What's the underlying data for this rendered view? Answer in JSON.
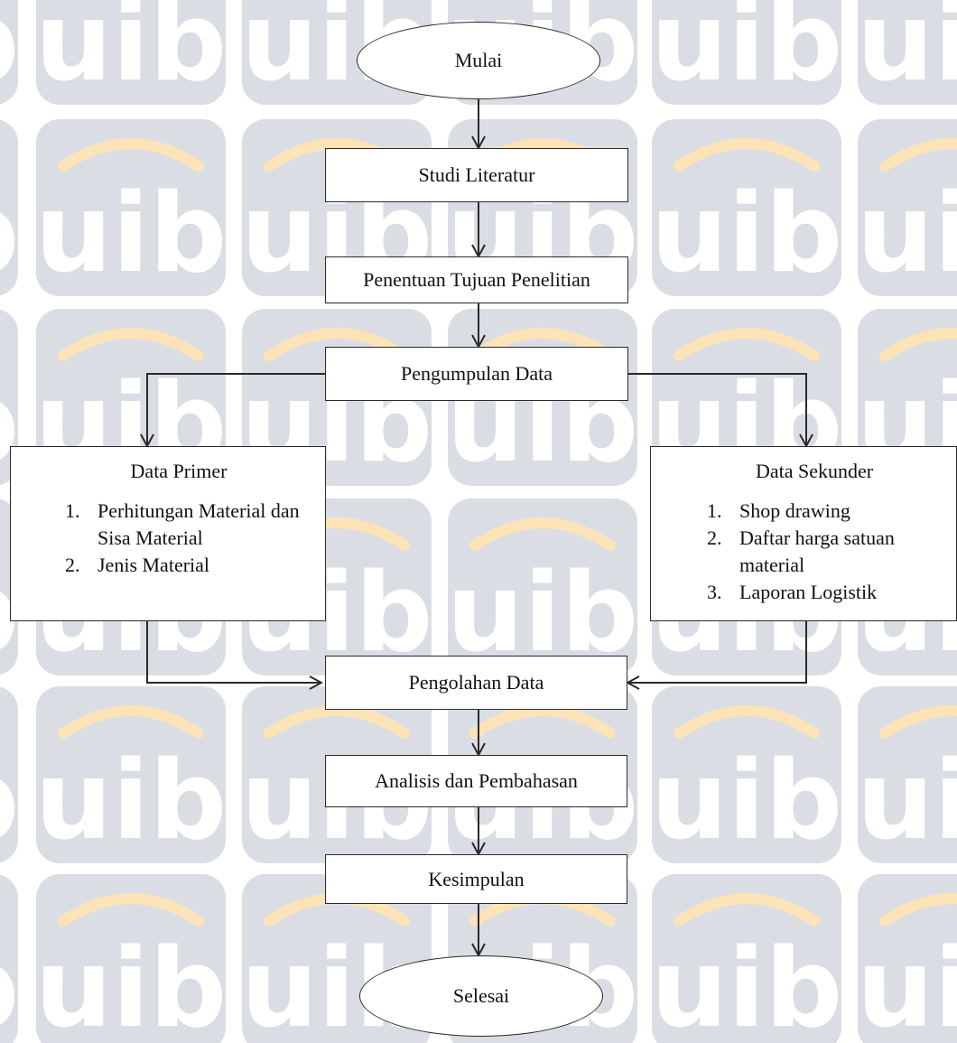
{
  "watermark": {
    "text": "uib",
    "tile_color": "#dbdde4",
    "letter_color": "#ffffff",
    "arc_color": "#fce3b8"
  },
  "flowchart": {
    "start": "Mulai",
    "steps": [
      "Studi Literatur",
      "Penentuan Tujuan Penelitian",
      "Pengumpulan Data"
    ],
    "primary": {
      "title": "Data Primer",
      "items": [
        "Perhitungan Material dan Sisa Material",
        "Jenis Material"
      ]
    },
    "secondary": {
      "title": "Data Sekunder",
      "items": [
        "Shop drawing",
        "Daftar harga satuan material",
        "Laporan Logistik"
      ]
    },
    "after": [
      "Pengolahan Data",
      "Analisis dan Pembahasan",
      "Kesimpulan"
    ],
    "end": "Selesai"
  }
}
